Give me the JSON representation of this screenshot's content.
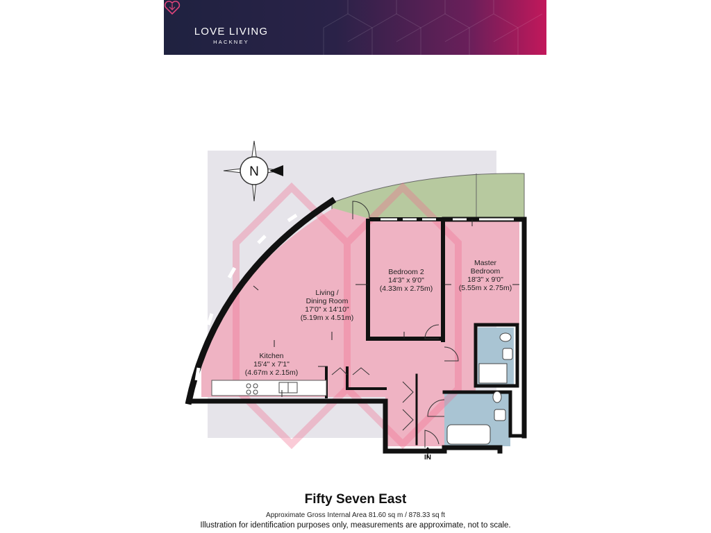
{
  "brand": {
    "name": "LOVE LIVING",
    "location": "HACKNEY",
    "colors": {
      "navy": "#1f2240",
      "magenta": "#c2185b",
      "accent": "#e0457b"
    }
  },
  "compass": {
    "letter": "N",
    "icon": "compass-rose-icon"
  },
  "rooms": [
    {
      "id": "living",
      "name_lines": [
        "Living /",
        "Dining Room"
      ],
      "imperial": "17'0\" x 14'10\"",
      "metric": "(5.19m x 4.51m)"
    },
    {
      "id": "bedroom2",
      "name_lines": [
        "Bedroom 2"
      ],
      "imperial": "14'3\" x 9'0\"",
      "metric": "(4.33m x 2.75m)"
    },
    {
      "id": "master",
      "name_lines": [
        "Master",
        "Bedroom"
      ],
      "imperial": "18'3\" x 9'0\"",
      "metric": "(5.55m x 2.75m)"
    },
    {
      "id": "kitchen",
      "name_lines": [
        "Kitchen"
      ],
      "imperial": "15'4\" x 7'1\"",
      "metric": "(4.67m x 2.15m)"
    }
  ],
  "entrance_label": "IN",
  "footer": {
    "title": "Fifty Seven East",
    "area": "Approximate Gross Internal Area 81.60 sq m / 878.33 sq ft",
    "disclaimer": "Illustration for identification purposes only, measurements are approximate, not to scale."
  },
  "colors": {
    "room_fill": "#efb3c3",
    "bath_fill": "#a9c4d3",
    "balcony_fill": "#b7c99f",
    "site_fill": "#e6e4ea",
    "wall": "#111111"
  }
}
